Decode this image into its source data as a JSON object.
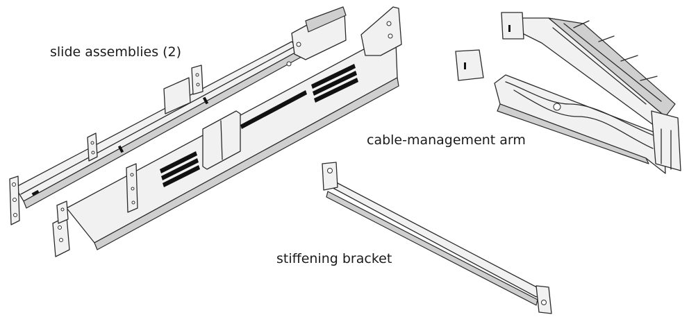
{
  "labels": {
    "slide_assemblies": "slide assemblies (2)",
    "cable_management_arm": "cable-management arm",
    "stiffening_bracket": "stiffening bracket"
  }
}
